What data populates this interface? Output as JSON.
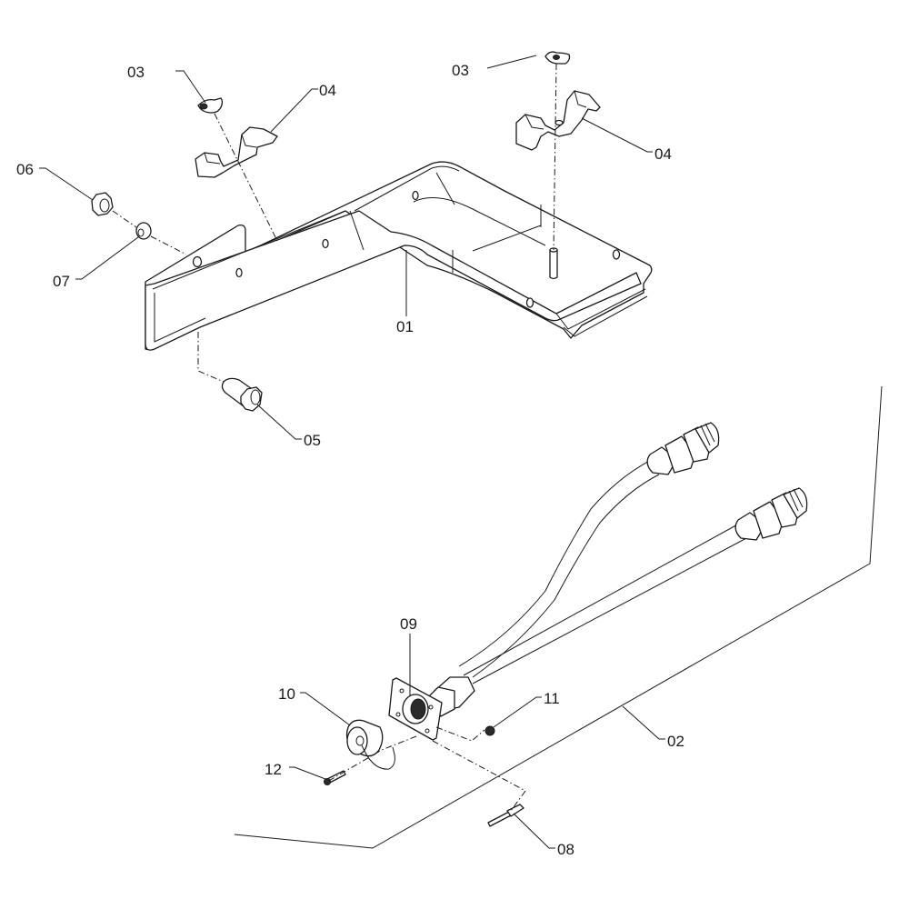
{
  "diagram": {
    "type": "exploded-parts-view",
    "callouts": [
      {
        "id": "callout-03-left",
        "number": "03",
        "part": "wing-nut"
      },
      {
        "id": "callout-04-left",
        "number": "04",
        "part": "pipe-clamp"
      },
      {
        "id": "callout-03-right",
        "number": "03",
        "part": "wing-nut"
      },
      {
        "id": "callout-04-right",
        "number": "04",
        "part": "pipe-clamp"
      },
      {
        "id": "callout-06",
        "number": "06",
        "part": "hex-nut"
      },
      {
        "id": "callout-07",
        "number": "07",
        "part": "washer"
      },
      {
        "id": "callout-01",
        "number": "01",
        "part": "mounting-bracket"
      },
      {
        "id": "callout-05",
        "number": "05",
        "part": "hex-bolt"
      },
      {
        "id": "callout-09",
        "number": "09",
        "part": "flange-socket"
      },
      {
        "id": "callout-10",
        "number": "10",
        "part": "protective-cap"
      },
      {
        "id": "callout-11",
        "number": "11",
        "part": "lock-nut"
      },
      {
        "id": "callout-12",
        "number": "12",
        "part": "screw"
      },
      {
        "id": "callout-02",
        "number": "02",
        "part": "cable-harness-assembly"
      },
      {
        "id": "callout-08",
        "number": "08",
        "part": "rivet"
      }
    ]
  }
}
